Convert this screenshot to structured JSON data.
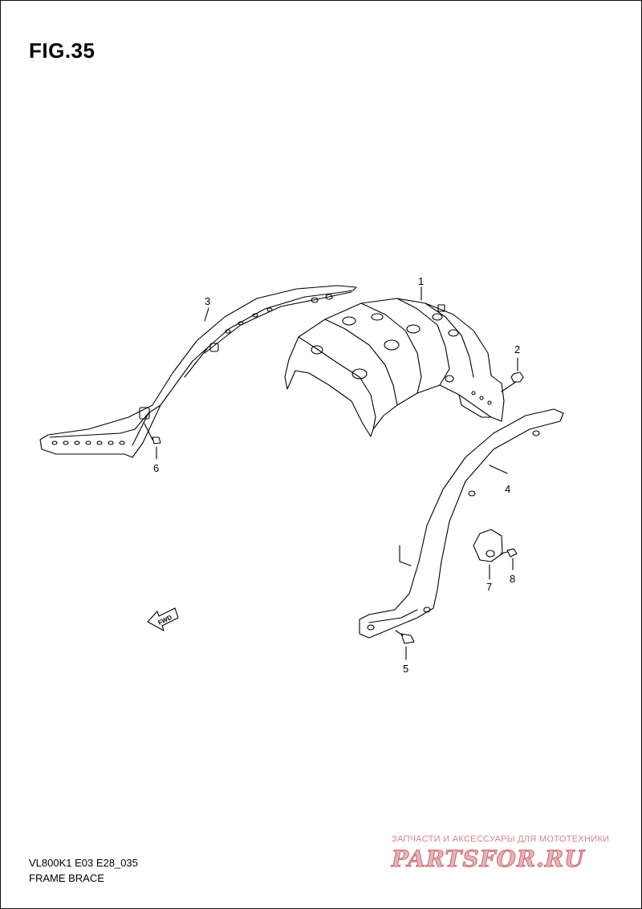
{
  "figure": {
    "title": "FIG.35"
  },
  "callouts": [
    "1",
    "2",
    "3",
    "4",
    "5",
    "6",
    "7",
    "8"
  ],
  "fwd_label": "FWD",
  "footer": {
    "model_code": "VL800K1 E03 E28_035",
    "caption": "FRAME BRACE"
  },
  "watermark": {
    "tagline": "ЗАПЧАСТИ И АКСЕССУАРЫ ДЛЯ МОТОТЕХНИКИ",
    "brand": "PARTSFOR.RU"
  },
  "colors": {
    "line": "#000000",
    "watermark_text": "#d9838a",
    "watermark_logo": "#e7b3b6"
  }
}
